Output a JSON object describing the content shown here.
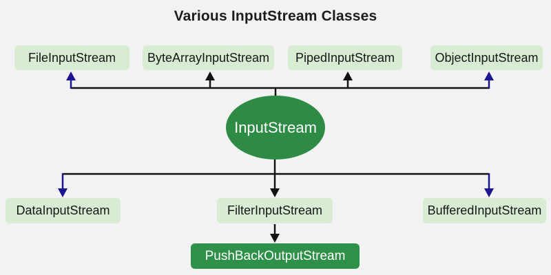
{
  "title": "Various InputStream Classes",
  "diagram": {
    "root": {
      "label": "InputStream"
    },
    "top_row": [
      {
        "label": "FileInputStream"
      },
      {
        "label": "ByteArrayInputStream"
      },
      {
        "label": "PipedInputStream"
      },
      {
        "label": "ObjectInputStream"
      }
    ],
    "bottom_row": [
      {
        "label": "DataInputStream"
      },
      {
        "label": "FilterInputStream"
      },
      {
        "label": "BufferedInputStream"
      }
    ],
    "leaf": {
      "label": "PushBackOutputStream"
    }
  },
  "colors": {
    "background": "#f1f2f1",
    "node_light_green": "#d8ecd3",
    "root_dark_green": "#2e8b46",
    "leaf_dark_green": "#2f9149",
    "connector_black": "#121212",
    "connector_navy": "#1d1590",
    "text_dark": "#161616",
    "text_light": "#ffffff"
  }
}
